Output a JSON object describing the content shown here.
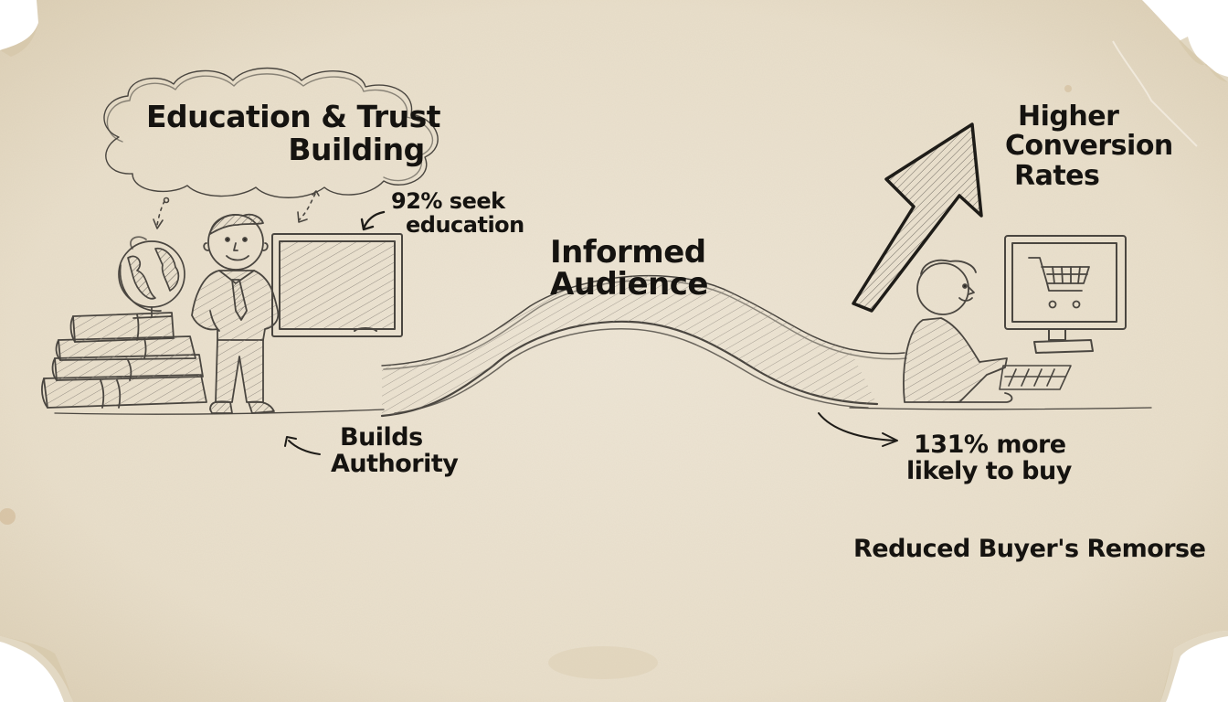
{
  "paper": {
    "background_color": "#ebe2d0",
    "edge_shade_color": "#d9cdb4",
    "ink_color": "#151310",
    "pencil_color": "#4a4640"
  },
  "labels": {
    "cloud_title": "Education & Trust Building",
    "cloud_line1": "Education & Trust",
    "cloud_line2": "Building",
    "stat_education_line1": "92% seek",
    "stat_education_line2": "education",
    "bridge_line1": "Informed",
    "bridge_line2": "Audience",
    "authority_line1": "Builds",
    "authority_line2": "Authority",
    "conversion_line1": "Higher",
    "conversion_line2": "Conversion",
    "conversion_line3": "Rates",
    "stat_buy_line1": "131% more",
    "stat_buy_line2": "likely to buy",
    "remorse": "Reduced Buyer's Remorse"
  },
  "illustrations": {
    "left_scene": [
      "thought-cloud",
      "stack-of-books",
      "globe",
      "teacher-figure",
      "chalkboard"
    ],
    "middle_scene": [
      "bridge-wave"
    ],
    "right_scene": [
      "up-arrow",
      "person-at-computer",
      "monitor",
      "shopping-cart",
      "keyboard"
    ]
  }
}
